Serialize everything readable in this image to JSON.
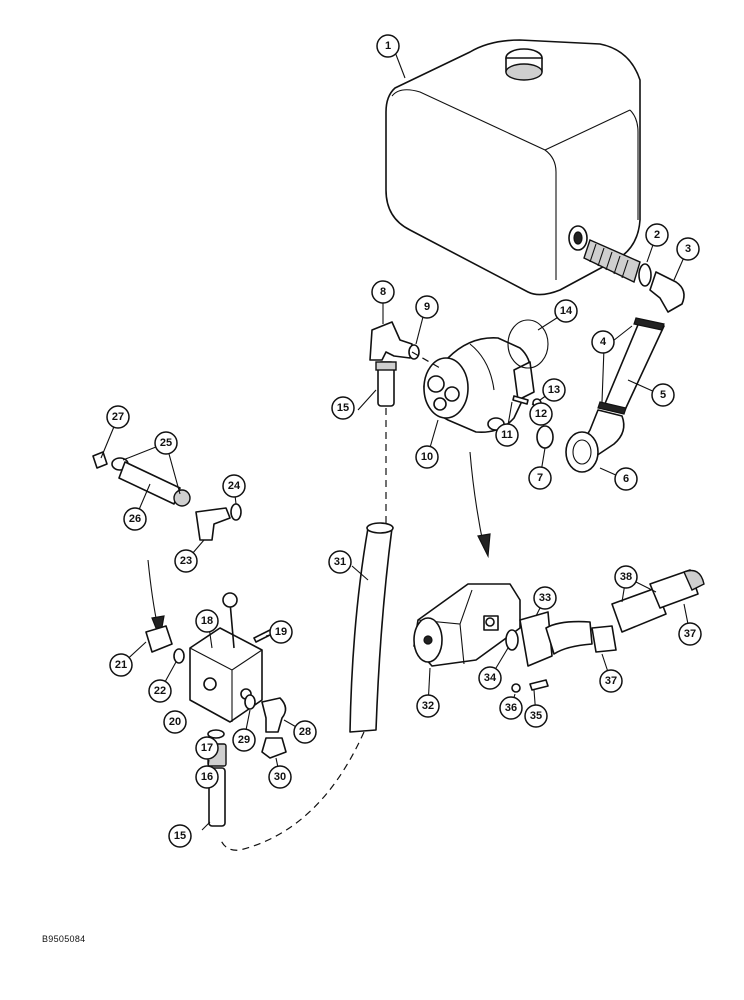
{
  "callouts": [
    "1",
    "2",
    "3",
    "4",
    "5",
    "6",
    "7",
    "8",
    "9",
    "10",
    "11",
    "12",
    "13",
    "14",
    "15",
    "16",
    "17",
    "18",
    "19",
    "20",
    "21",
    "22",
    "23",
    "24",
    "25",
    "26",
    "27",
    "28",
    "29",
    "30",
    "31",
    "32",
    "33",
    "34",
    "35",
    "36",
    "37",
    "38"
  ],
  "drawing_id": "B9505084"
}
